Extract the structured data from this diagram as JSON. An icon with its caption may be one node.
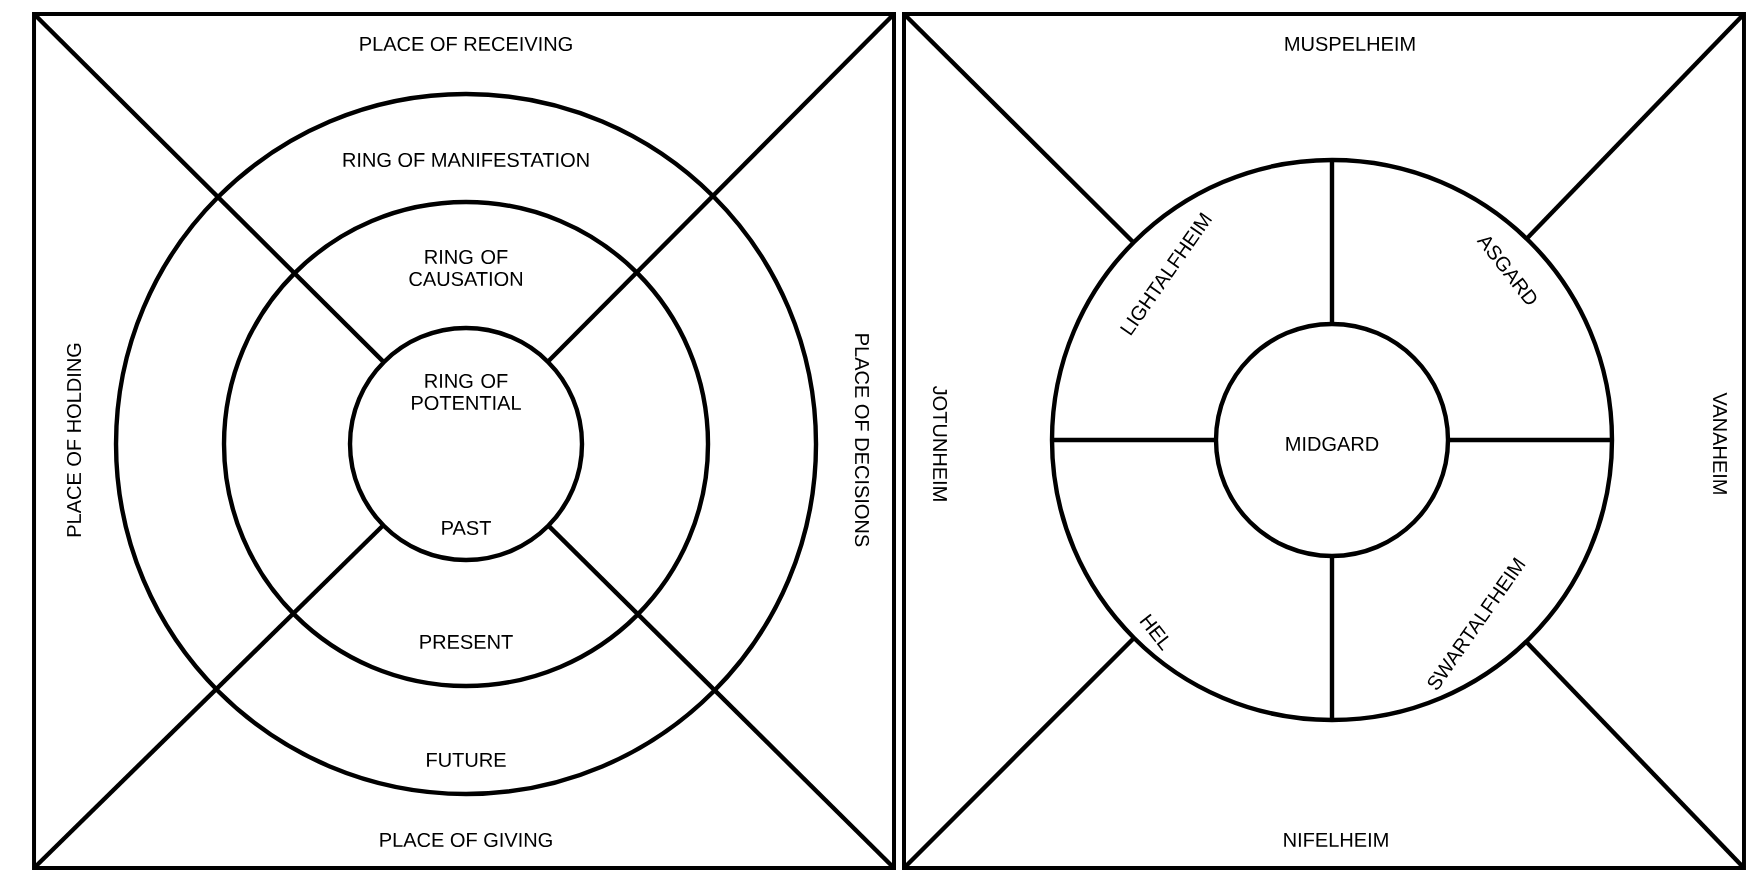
{
  "diagram": {
    "nodes": [
      {
        "text": [
          "RING OF MANIFESTATION",
          "FUTURE"
        ]
      },
      {
        "text": [
          "RING OF CAUSATION",
          "PRESENT"
        ],
        "in": 0
      },
      {
        "text": [
          "RING OF POTENTIAL",
          "PAST"
        ],
        "in": 1
      },
      {
        "text": [
          "LIGHTALFHEIM",
          "ASGARD",
          "HEL",
          "SWARTALFHEIM"
        ]
      },
      {
        "text": [
          "MIDGARD"
        ],
        "in": 3
      }
    ],
    "labels": [
      "PLACE OF RECEIVING",
      "PLACE OF HOLDING",
      "PLACE OF DECISIONS",
      "PLACE OF GIVING",
      "MUSPELHEIM",
      "JOTUNHEIM",
      "VANAHEIM",
      "NIFELHEIM"
    ]
  }
}
